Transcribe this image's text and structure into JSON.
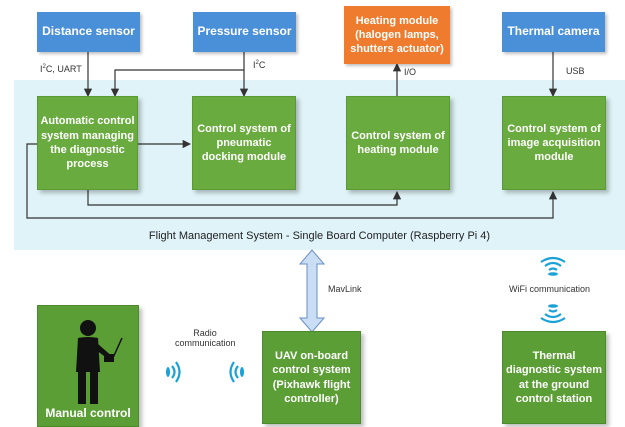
{
  "sensors": {
    "distance": "Distance sensor",
    "pressure": "Pressure sensor",
    "heating": [
      "Heating module",
      "(halogen lamps,",
      "shutters actuator)"
    ],
    "thermal": "Thermal camera"
  },
  "interfaces": {
    "distance_prefix": "I",
    "distance_sup": "2",
    "distance_suffix": "C, UART",
    "pressure_prefix": "I",
    "pressure_sup": "2",
    "pressure_suffix": "C",
    "heating": "I/O",
    "thermal": "USB"
  },
  "modules": {
    "automatic": [
      "Automatic control",
      "system managing",
      "the diagnostic",
      "process"
    ],
    "docking": [
      "Control system of",
      "pneumatic",
      "docking module"
    ],
    "heating": [
      "Control system of",
      "heating module"
    ],
    "image": [
      "Control system of",
      "image acquisition",
      "module"
    ]
  },
  "fms_label": "Flight Management System - Single Board Computer (Raspberry Pi 4)",
  "links": {
    "mavlink": "MavLink",
    "radio": [
      "Radio",
      "communication"
    ],
    "wifi": "WiFi communication"
  },
  "bottom": {
    "manual": "Manual control",
    "uav": [
      "UAV on-board",
      "control system",
      "(Pixhawk flight",
      "controller)"
    ],
    "ground": [
      "Thermal",
      "diagnostic system",
      "at the ground",
      "control station"
    ]
  },
  "colors": {
    "sensor_blue": "#4a90d9",
    "heating_orange": "#ef7c2e",
    "module_green": "#6aab3f",
    "band_cyan": "#dff3f8"
  }
}
